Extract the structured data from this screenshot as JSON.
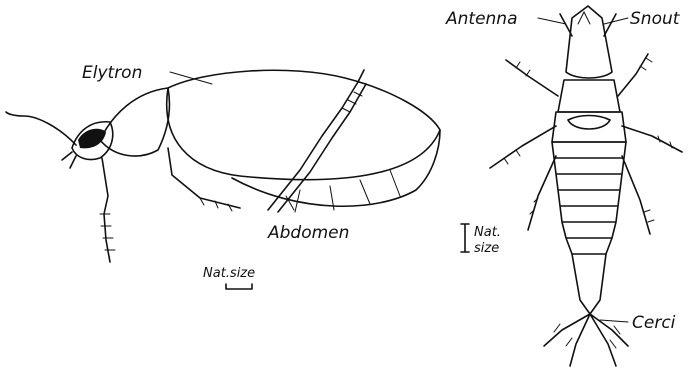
{
  "beetle": {
    "elytron_label": "Elytron",
    "abdomen_label": "Abdomen",
    "scale_label": "Nat.size"
  },
  "larva": {
    "antenna_label": "Antenna",
    "snout_label": "Snout",
    "cerci_label": "Cerci",
    "scale_label_line1": "Nat.",
    "scale_label_line2": "size"
  },
  "colors": {
    "ink": "#111111",
    "background": "#ffffff"
  }
}
